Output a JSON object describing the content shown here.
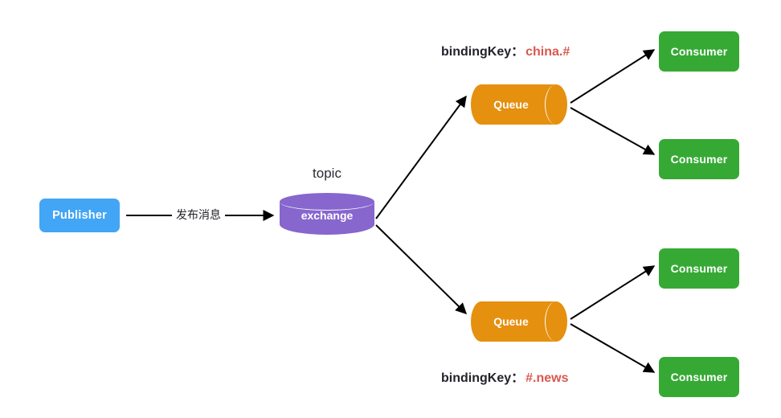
{
  "diagram": {
    "title": "RabbitMQ topic exchange routing",
    "colors": {
      "publisher": "#42A5F5",
      "exchange": "#8766CE",
      "queue": "#E5900F",
      "consumer": "#36A935",
      "binding_value": "#D9584F",
      "text": "#23232b",
      "edge": "#000000",
      "background": "#ffffff"
    },
    "publisher": {
      "label": "Publisher"
    },
    "exchange": {
      "type_label": "topic",
      "label": "exchange"
    },
    "edges": {
      "publish_label": "发布消息"
    },
    "queues": [
      {
        "label": "Queue",
        "binding_key_label": "bindingKey：",
        "binding_key_value": "china.#",
        "consumers": [
          {
            "label": "Consumer"
          },
          {
            "label": "Consumer"
          }
        ]
      },
      {
        "label": "Queue",
        "binding_key_label": "bindingKey：",
        "binding_key_value": "#.news",
        "consumers": [
          {
            "label": "Consumer"
          },
          {
            "label": "Consumer"
          }
        ]
      }
    ]
  }
}
